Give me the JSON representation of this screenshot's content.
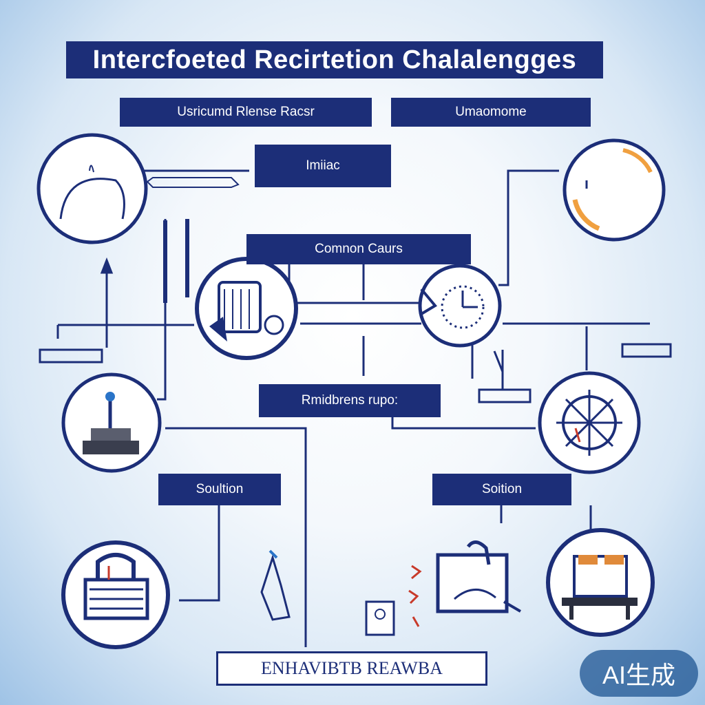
{
  "title": "Intercfoeted Recirtetion Chalalengges",
  "labels": {
    "subtitle_left": "Usricumd Rlense Racsr",
    "subtitle_right": "Umaomome",
    "small_label": "Imiiac",
    "common_causes": "Comnon Caurs",
    "middle": "Rmidbrens rupo:",
    "solution_left": "Soultion",
    "solution_right": "Soition"
  },
  "bottom_box": "ENHAVIBTB REAWBA",
  "badge": "AI生成",
  "colors": {
    "navy": "#1c2e78",
    "orange": "#f0a040",
    "red": "#c83a2a",
    "background_edge": "#9fc3e6"
  },
  "icons": [
    "headphone-arc-icon",
    "orange-ring-icon",
    "brain-scroll-icon",
    "clock-icon",
    "lab-bench-icon",
    "compass-sun-icon",
    "lock-icon",
    "pie-box-icon",
    "chart-hand-icon",
    "photo-icon",
    "bench-icon"
  ]
}
